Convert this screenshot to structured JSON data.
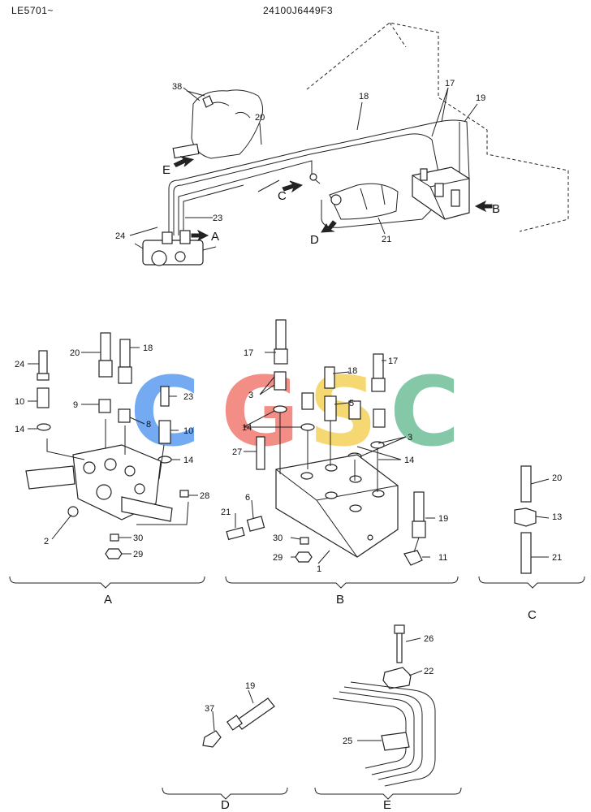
{
  "header": {
    "serial_range": "LE5701~",
    "drawing_number": "24100J6449F3"
  },
  "watermark": {
    "letters": [
      "C",
      "G",
      "S",
      "C"
    ],
    "colors": [
      "#5b9cf0",
      "#f07b72",
      "#f5d25a",
      "#6fbf9a"
    ]
  },
  "overview": {
    "callouts": [
      "38",
      "20",
      "18",
      "17",
      "19",
      "E",
      "C",
      "23",
      "A",
      "24",
      "D",
      "21",
      "B"
    ]
  },
  "detail_a": {
    "label": "A",
    "callouts": [
      "24",
      "20",
      "18",
      "10",
      "9",
      "23",
      "14",
      "8",
      "10",
      "14",
      "28",
      "2",
      "30",
      "29"
    ]
  },
  "detail_b": {
    "label": "B",
    "callouts": [
      "17",
      "18",
      "17",
      "3",
      "5",
      "14",
      "3",
      "27",
      "14",
      "21",
      "6",
      "19",
      "30",
      "11",
      "29",
      "1"
    ]
  },
  "detail_c": {
    "label": "C",
    "callouts": [
      "20",
      "13",
      "21"
    ]
  },
  "detail_d": {
    "label": "D",
    "callouts": [
      "19",
      "37"
    ]
  },
  "detail_e": {
    "label": "E",
    "callouts": [
      "26",
      "22",
      "25"
    ]
  }
}
